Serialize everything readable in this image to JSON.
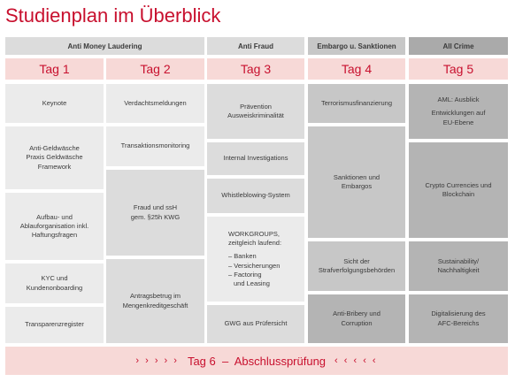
{
  "title": "Studienplan im Überblick",
  "bands": [
    "Anti Money Laudering",
    "Anti Fraud",
    "Embargo u. Sanktionen",
    "All Crime"
  ],
  "days": [
    "Tag 1",
    "Tag 2",
    "Tag 3",
    "Tag 4",
    "Tag 5"
  ],
  "col1": {
    "keynote": "Keynote",
    "aml": [
      "Anti-Geldwäsche",
      "Praxis Geldwäsche",
      "Framework"
    ],
    "aufbau": [
      "Aufbau- und",
      "Ablauforganisation inkl.",
      "Haftungsfragen"
    ],
    "kyc": [
      "KYC und",
      "Kundenonboarding"
    ],
    "transparenz": "Transparenzregister"
  },
  "col2": {
    "verdacht": "Verdachtsmeldungen",
    "monitoring": "Transaktionsmonitoring",
    "fraud": [
      "Fraud und ssH",
      "gem. §25h KWG"
    ],
    "antrag": [
      "Antragsbetrug im",
      "Mengenkreditgeschäft"
    ]
  },
  "col3": {
    "praevention": [
      "Prävention",
      "Ausweiskriminalität"
    ],
    "internal": "Internal Investigations",
    "whistle": "Whistleblowing-System",
    "workgroups": [
      "WORKGROUPS,",
      "zeitgleich laufend:",
      "– Banken",
      "– Versicherungen",
      "– Factoring",
      "und Leasing"
    ],
    "gwg": "GWG aus Prüfersicht"
  },
  "col4": {
    "terror": "Terrorismusfinanzierung",
    "sanktionen": [
      "Sanktionen und",
      "Embargos"
    ],
    "sicht": [
      "Sicht der",
      "Strafverfolgungsbehörden"
    ],
    "bribery": [
      "Anti-Bribery und",
      "Corruption"
    ]
  },
  "col5": {
    "ausblick": "AML: Ausblick",
    "eu": [
      "Entwicklungen auf",
      "EU-Ebene"
    ],
    "crypto": [
      "Crypto Currencies und",
      "Blockchain"
    ],
    "sustain": [
      "Sustainability/",
      "Nachhaltigkeit"
    ],
    "digital": [
      "Digitalisierung des",
      "AFC-Bereichs"
    ]
  },
  "footer": {
    "left_arrows": "› › › › ›",
    "text": "Tag 6  –  Abschlussprüfung",
    "right_arrows": "‹ ‹ ‹ ‹ ‹"
  }
}
